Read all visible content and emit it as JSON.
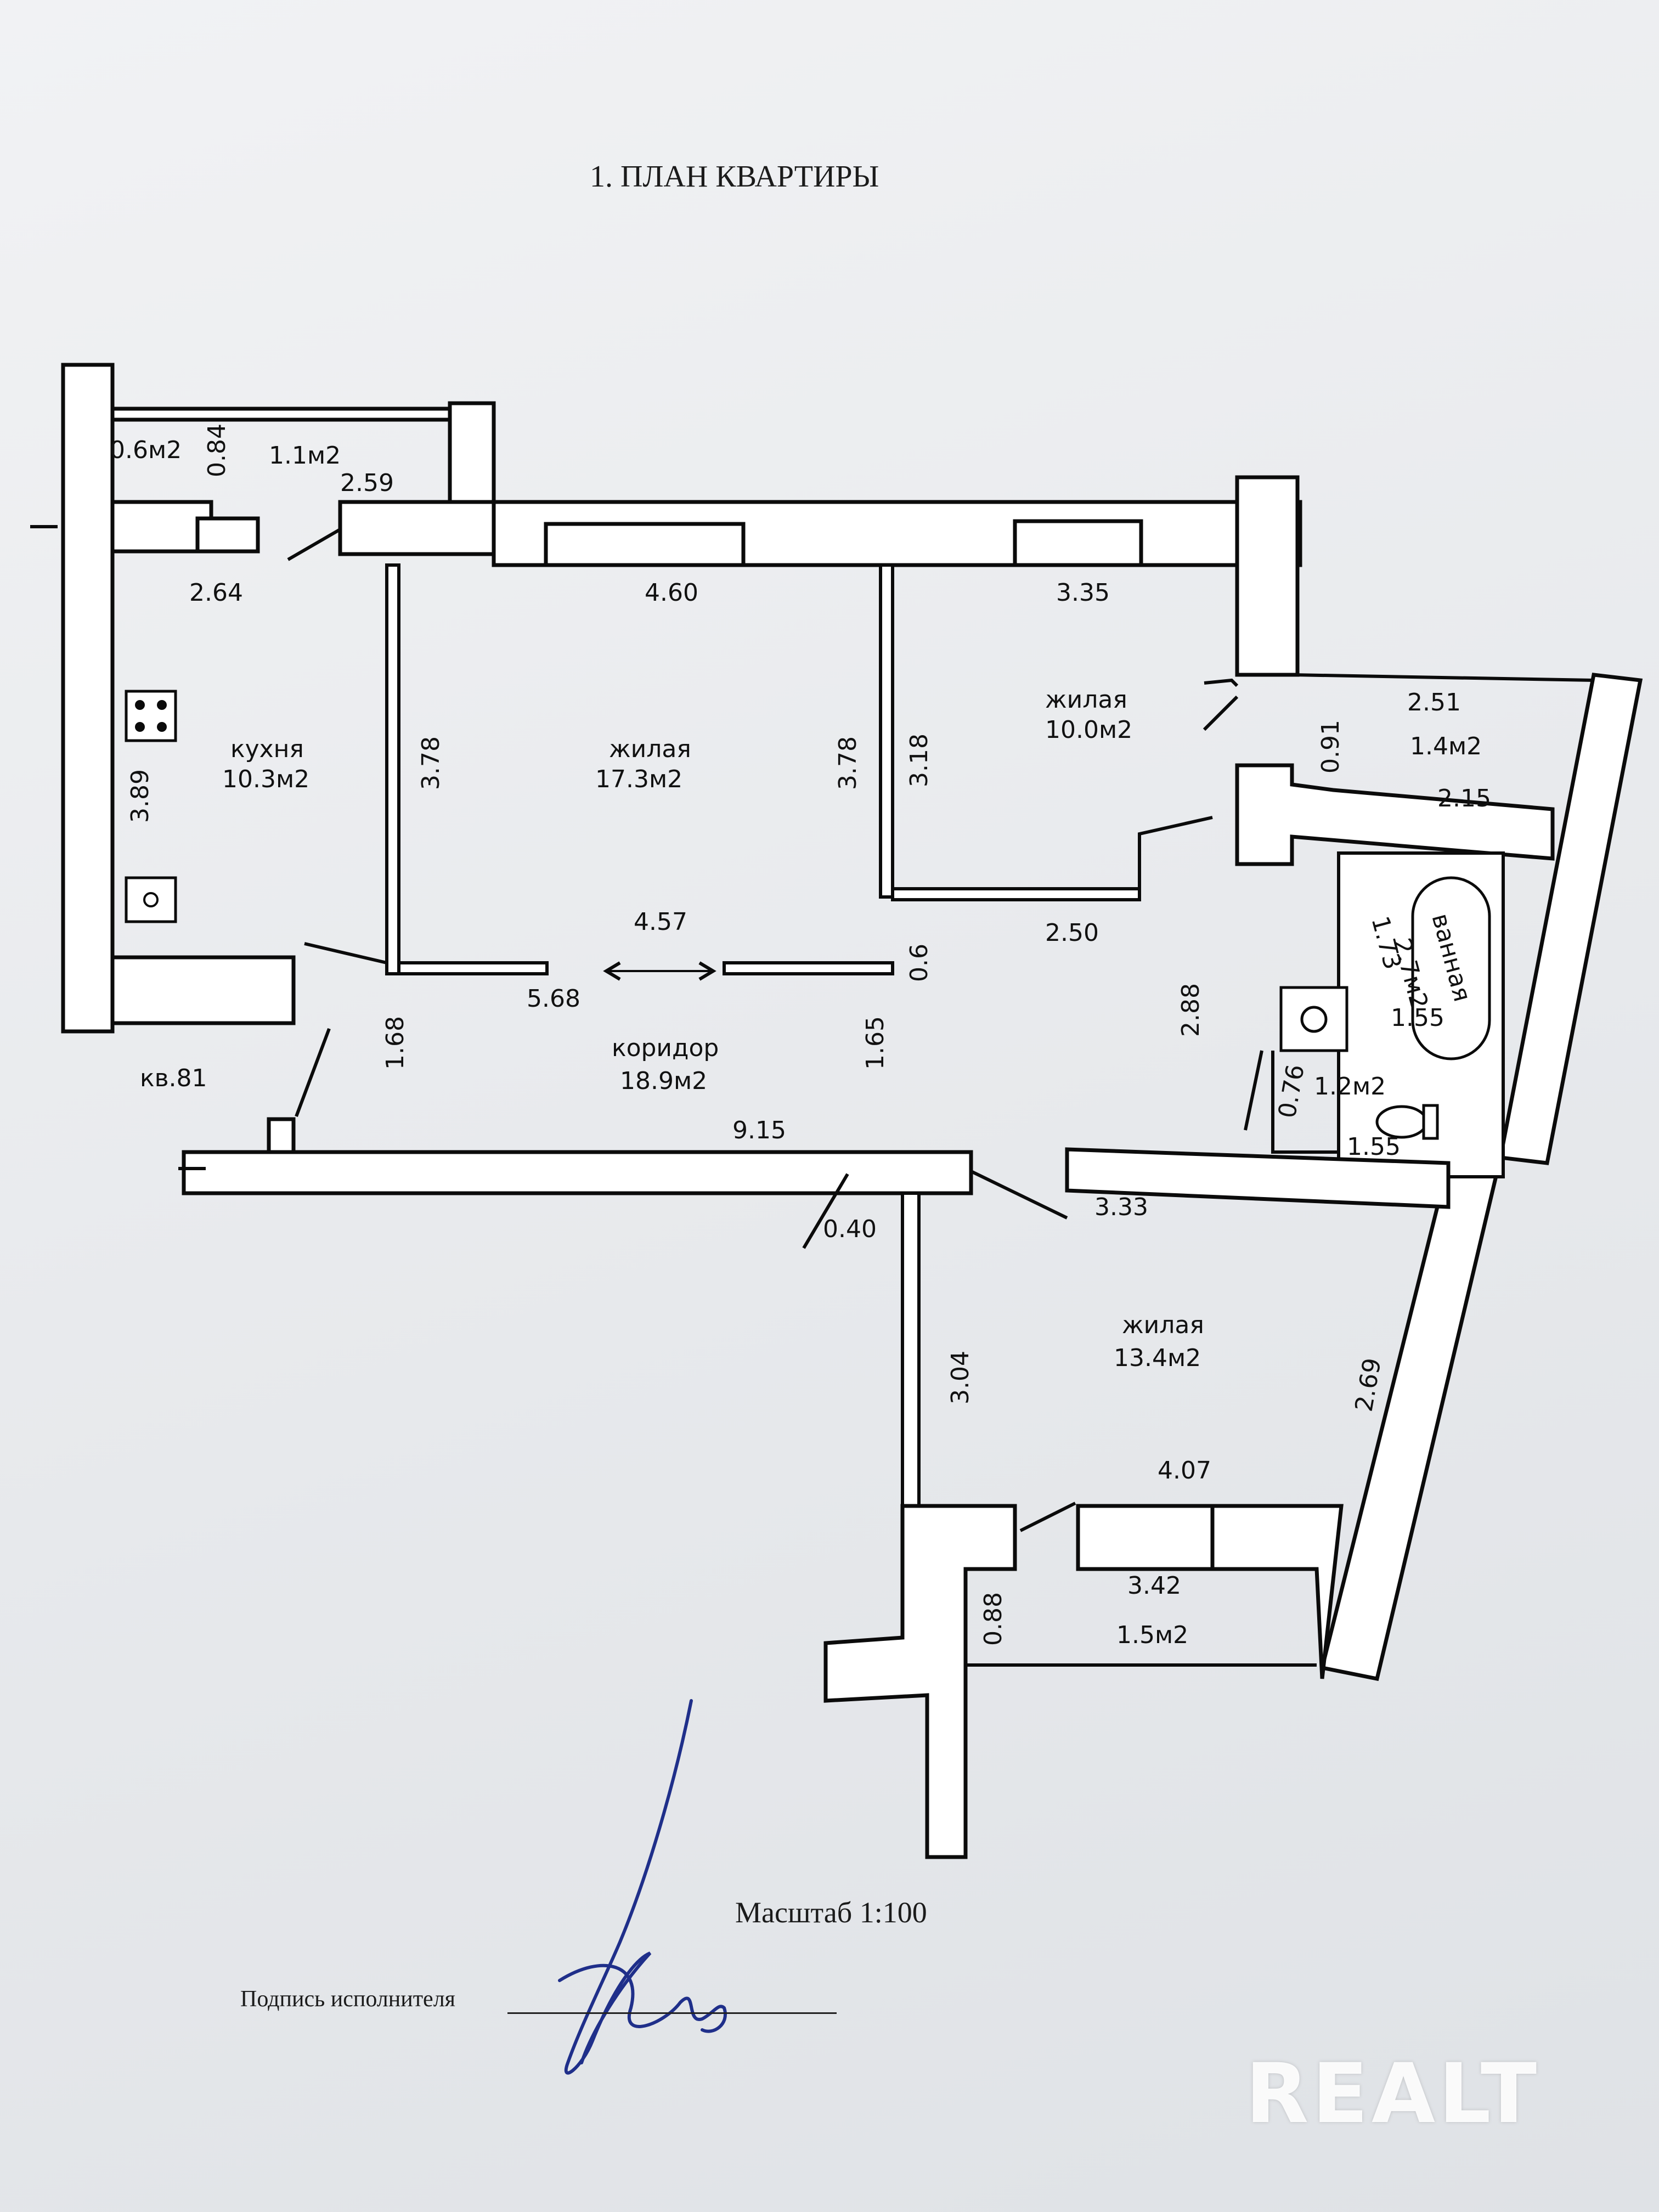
{
  "document": {
    "title": "1. ПЛАН КВАРТИРЫ",
    "scale_label": "Масштаб 1:100",
    "signature_label": "Подпись исполнителя",
    "apartment_label": "кв.81",
    "watermark": "REALT"
  },
  "rooms": {
    "kitchen": {
      "name": "кухня",
      "area": "10.3м2"
    },
    "living_large": {
      "name": "жилая",
      "area": "17.3м2"
    },
    "living_right": {
      "name": "жилая",
      "area": "10.0м2"
    },
    "corridor": {
      "name": "коридор",
      "area": "18.9м2"
    },
    "bathroom": {
      "name": "ванная",
      "area": "2.7м2"
    },
    "living_lower": {
      "name": "жилая",
      "area": "13.4м2"
    },
    "storage_small": {
      "area": "0.6м2"
    },
    "storage_top": {
      "area": "1.1м2"
    },
    "balcony_right": {
      "area": "1.4м2"
    },
    "toilet": {
      "area": "1.2м2"
    },
    "balcony_lower": {
      "area": "1.5м2"
    }
  },
  "dimensions": {
    "d_084": "0.84",
    "d_259": "2.59",
    "d_264": "2.64",
    "d_460": "4.60",
    "d_335": "3.35",
    "d_251": "2.51",
    "d_091": "0.91",
    "d_215": "2.15",
    "d_389": "3.89",
    "d_378a": "3.78",
    "d_378b": "3.78",
    "d_318": "3.18",
    "d_173": "1.73",
    "d_155a": "1.55",
    "d_457": "4.57",
    "d_250": "2.50",
    "d_06": "0.6",
    "d_568": "5.68",
    "d_288": "2.88",
    "d_076": "0.76",
    "d_155b": "1.55",
    "d_168": "1.68",
    "d_165": "1.65",
    "d_915": "9.15",
    "d_040": "0.40",
    "d_333": "3.33",
    "d_304": "3.04",
    "d_269": "2.69",
    "d_407": "4.07",
    "d_342": "3.42",
    "d_088": "0.88"
  }
}
